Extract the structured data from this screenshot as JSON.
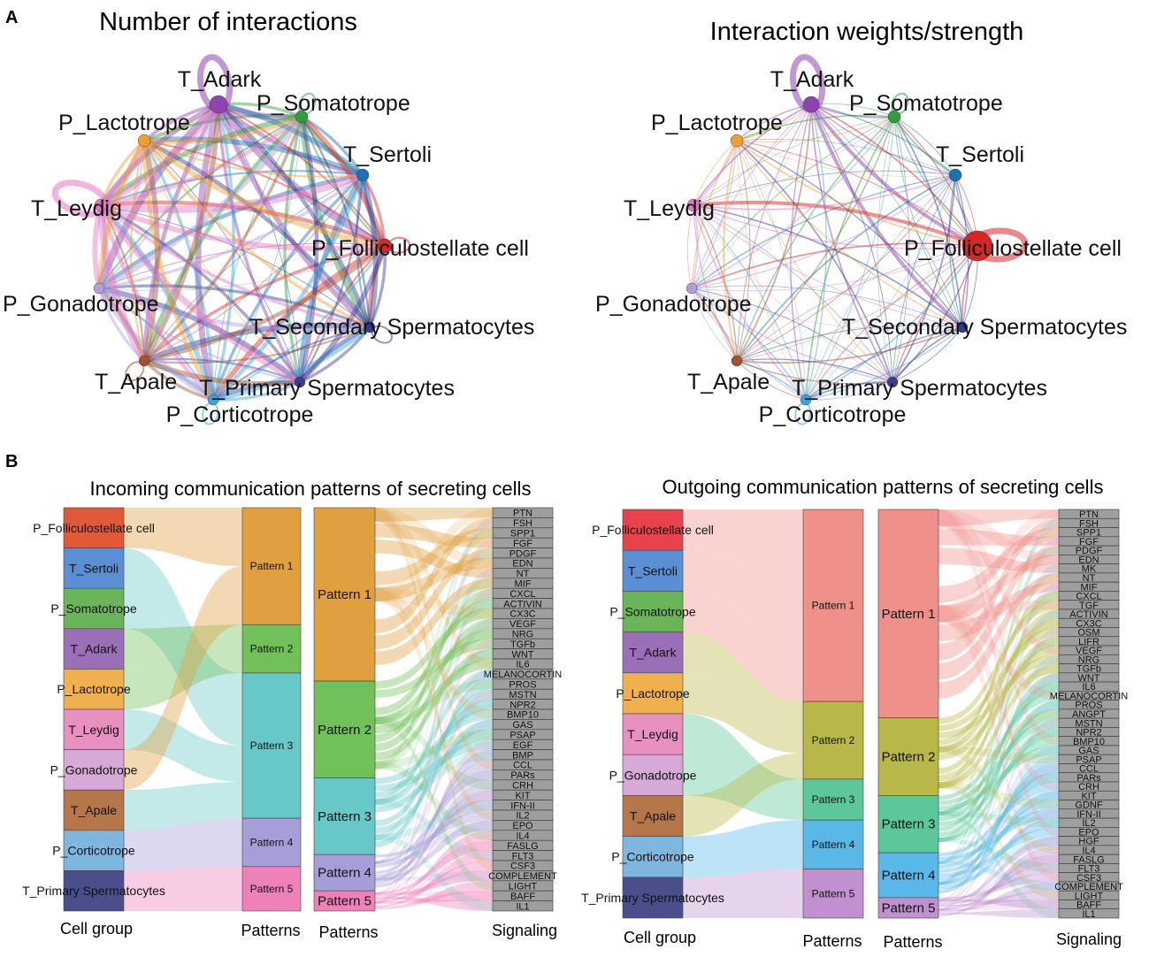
{
  "panels": {
    "a_label": "A",
    "b_label": "B"
  },
  "networks": [
    {
      "title": "Number of interactions",
      "self_loops": [
        "T_Adark",
        "T_Leydig",
        "P_Somatotrope",
        "P_Folliculostellate cell",
        "T_Secondary Spermatocytes",
        "P_Corticotrope",
        "T_Apale"
      ]
    },
    {
      "title": "Interaction weights/strength",
      "self_loops": [
        "T_Adark",
        "P_Folliculostellate cell",
        "P_Somatotrope",
        "P_Corticotrope"
      ]
    }
  ],
  "cell_types": [
    {
      "name": "T_Adark",
      "color": "#8E44AD"
    },
    {
      "name": "P_Somatotrope",
      "color": "#2E9E3E"
    },
    {
      "name": "T_Sertoli",
      "color": "#1F6FB4"
    },
    {
      "name": "P_Folliculostellate cell",
      "color": "#D62728"
    },
    {
      "name": "T_Secondary Spermatocytes",
      "color": "#2C3E8F"
    },
    {
      "name": "T_Primary Spermatocytes",
      "color": "#3B3B98"
    },
    {
      "name": "P_Corticotrope",
      "color": "#3EA0DA"
    },
    {
      "name": "T_Apale",
      "color": "#A0522D"
    },
    {
      "name": "P_Gonadotrope",
      "color": "#B39DDB"
    },
    {
      "name": "T_Leydig",
      "color": "#E377C2"
    },
    {
      "name": "P_Lactotrope",
      "color": "#F0A030"
    }
  ],
  "alluvials": [
    {
      "title": "Incoming communication patterns of secreting cells",
      "axis_labels": {
        "cell_group": "Cell group",
        "patterns_left": "Patterns",
        "patterns_right": "Patterns",
        "signaling": "Signaling"
      },
      "cell_groups": [
        {
          "name": "P_Folliculostellate cell",
          "color": "#E05A3A"
        },
        {
          "name": "T_Sertoli",
          "color": "#5B8FD4"
        },
        {
          "name": "P_Somatotrope",
          "color": "#6AB55A"
        },
        {
          "name": "T_Adark",
          "color": "#9B6FB8"
        },
        {
          "name": "P_Lactotrope",
          "color": "#F0B050"
        },
        {
          "name": "T_Leydig",
          "color": "#E890C0"
        },
        {
          "name": "P_Gonadotrope",
          "color": "#D6A9D6"
        },
        {
          "name": "T_Apale",
          "color": "#B5774A"
        },
        {
          "name": "P_Corticotrope",
          "color": "#7FB6E0"
        },
        {
          "name": "T_Primary Spermatocytes",
          "color": "#4A4F8C"
        }
      ],
      "patterns": [
        {
          "name": "Pattern 1",
          "color": "#E0A040"
        },
        {
          "name": "Pattern 2",
          "color": "#72C05A"
        },
        {
          "name": "Pattern 3",
          "color": "#68C8C8"
        },
        {
          "name": "Pattern 4",
          "color": "#A69ED8"
        },
        {
          "name": "Pattern 5",
          "color": "#EE82B8"
        }
      ],
      "cell_to_pattern": [
        0,
        2,
        2,
        1,
        1,
        2,
        0,
        2,
        3,
        4
      ],
      "signaling": [
        "PTN",
        "FSH",
        "SPP1",
        "FGF",
        "PDGF",
        "EDN",
        "NT",
        "MIF",
        "CXCL",
        "ACTIVIN",
        "CX3C",
        "VEGF",
        "NRG",
        "TGFb",
        "WNT",
        "IL6",
        "MELANOCORTIN",
        "PROS",
        "MSTN",
        "NPR2",
        "BMP10",
        "GAS",
        "PSAP",
        "EGF",
        "BMP",
        "CCL",
        "PARs",
        "CRH",
        "KIT",
        "IFN-II",
        "IL2",
        "EPO",
        "IL4",
        "FASLG",
        "FLT3",
        "CSF3",
        "COMPLEMENT",
        "LIGHT",
        "BAFF",
        "IL1"
      ]
    },
    {
      "title": "Outgoing communication patterns of secreting cells",
      "axis_labels": {
        "cell_group": "Cell group",
        "patterns_left": "Patterns",
        "patterns_right": "Patterns",
        "signaling": "Signaling"
      },
      "cell_groups": [
        {
          "name": "P_Folliculostellate cell",
          "color": "#E8434A"
        },
        {
          "name": "T_Sertoli",
          "color": "#5B8FD4"
        },
        {
          "name": "P_Somatotrope",
          "color": "#6AB55A"
        },
        {
          "name": "T_Adark",
          "color": "#9B6FB8"
        },
        {
          "name": "P_Lactotrope",
          "color": "#F0B050"
        },
        {
          "name": "T_Leydig",
          "color": "#E890C0"
        },
        {
          "name": "P_Gonadotrope",
          "color": "#D6A9D6"
        },
        {
          "name": "T_Apale",
          "color": "#B5774A"
        },
        {
          "name": "P_Corticotrope",
          "color": "#7FB6E0"
        },
        {
          "name": "T_Primary Spermatocytes",
          "color": "#4A4F8C"
        }
      ],
      "patterns": [
        {
          "name": "Pattern 1",
          "color": "#F0908A"
        },
        {
          "name": "Pattern 2",
          "color": "#B8B848"
        },
        {
          "name": "Pattern 3",
          "color": "#5CC89A"
        },
        {
          "name": "Pattern 4",
          "color": "#5AB8E8"
        },
        {
          "name": "Pattern 5",
          "color": "#C090D0"
        }
      ],
      "cell_to_pattern": [
        0,
        0,
        0,
        1,
        1,
        2,
        2,
        1,
        3,
        4
      ],
      "signaling": [
        "PTN",
        "FSH",
        "SPP1",
        "FGF",
        "PDGF",
        "EDN",
        "MK",
        "NT",
        "MIF",
        "CXCL",
        "TGF",
        "ACTIVIN",
        "CX3C",
        "OSM",
        "LIFR",
        "VEGF",
        "NRG",
        "TGFb",
        "WNT",
        "IL6",
        "MELANOCORTIN",
        "PROS",
        "ANGPT",
        "MSTN",
        "NPR2",
        "BMP10",
        "GAS",
        "PSAP",
        "CCL",
        "PARs",
        "CRH",
        "KIT",
        "GDNF",
        "IFN-II",
        "IL2",
        "EPO",
        "HGF",
        "IL4",
        "FASLG",
        "FLT3",
        "CSF3",
        "COMPLEMENT",
        "LIGHT",
        "BAFF",
        "IL1"
      ]
    }
  ]
}
